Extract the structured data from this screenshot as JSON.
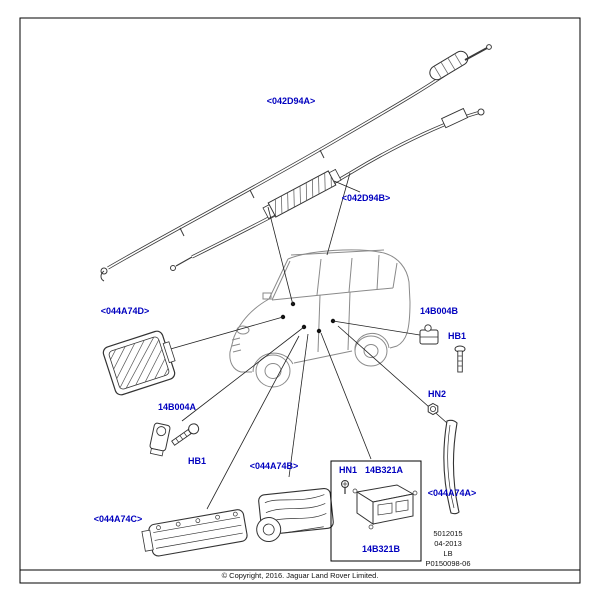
{
  "diagram": {
    "labels": {
      "curtain_upper": "<042D94A>",
      "curtain_lower": "<042D94B>",
      "driver_airbag": "<044A74D>",
      "sensor_right": "14B004B",
      "bolt_right": "HB1",
      "nut_hn2": "HN2",
      "pillar_airbag": "<044A74A>",
      "sensor_left": "14B004A",
      "bolt_left": "HB1",
      "passenger_airbag": "<044A74B>",
      "knee_airbag": "<044A74C>",
      "screw_hn1": "HN1",
      "ecu_top": "14B321A",
      "ecu_bottom": "14B321B"
    },
    "doc_info": {
      "line1": "5012015",
      "line2": "04-2013",
      "line3": "LB",
      "line4": "P0150098-06"
    },
    "footer": {
      "copyright": "© Copyright, 2016. Jaguar Land Rover Limited."
    },
    "colors": {
      "label_blue": "#0000bf",
      "line_dark": "#333333",
      "car_gray": "#8a8a8a"
    }
  }
}
